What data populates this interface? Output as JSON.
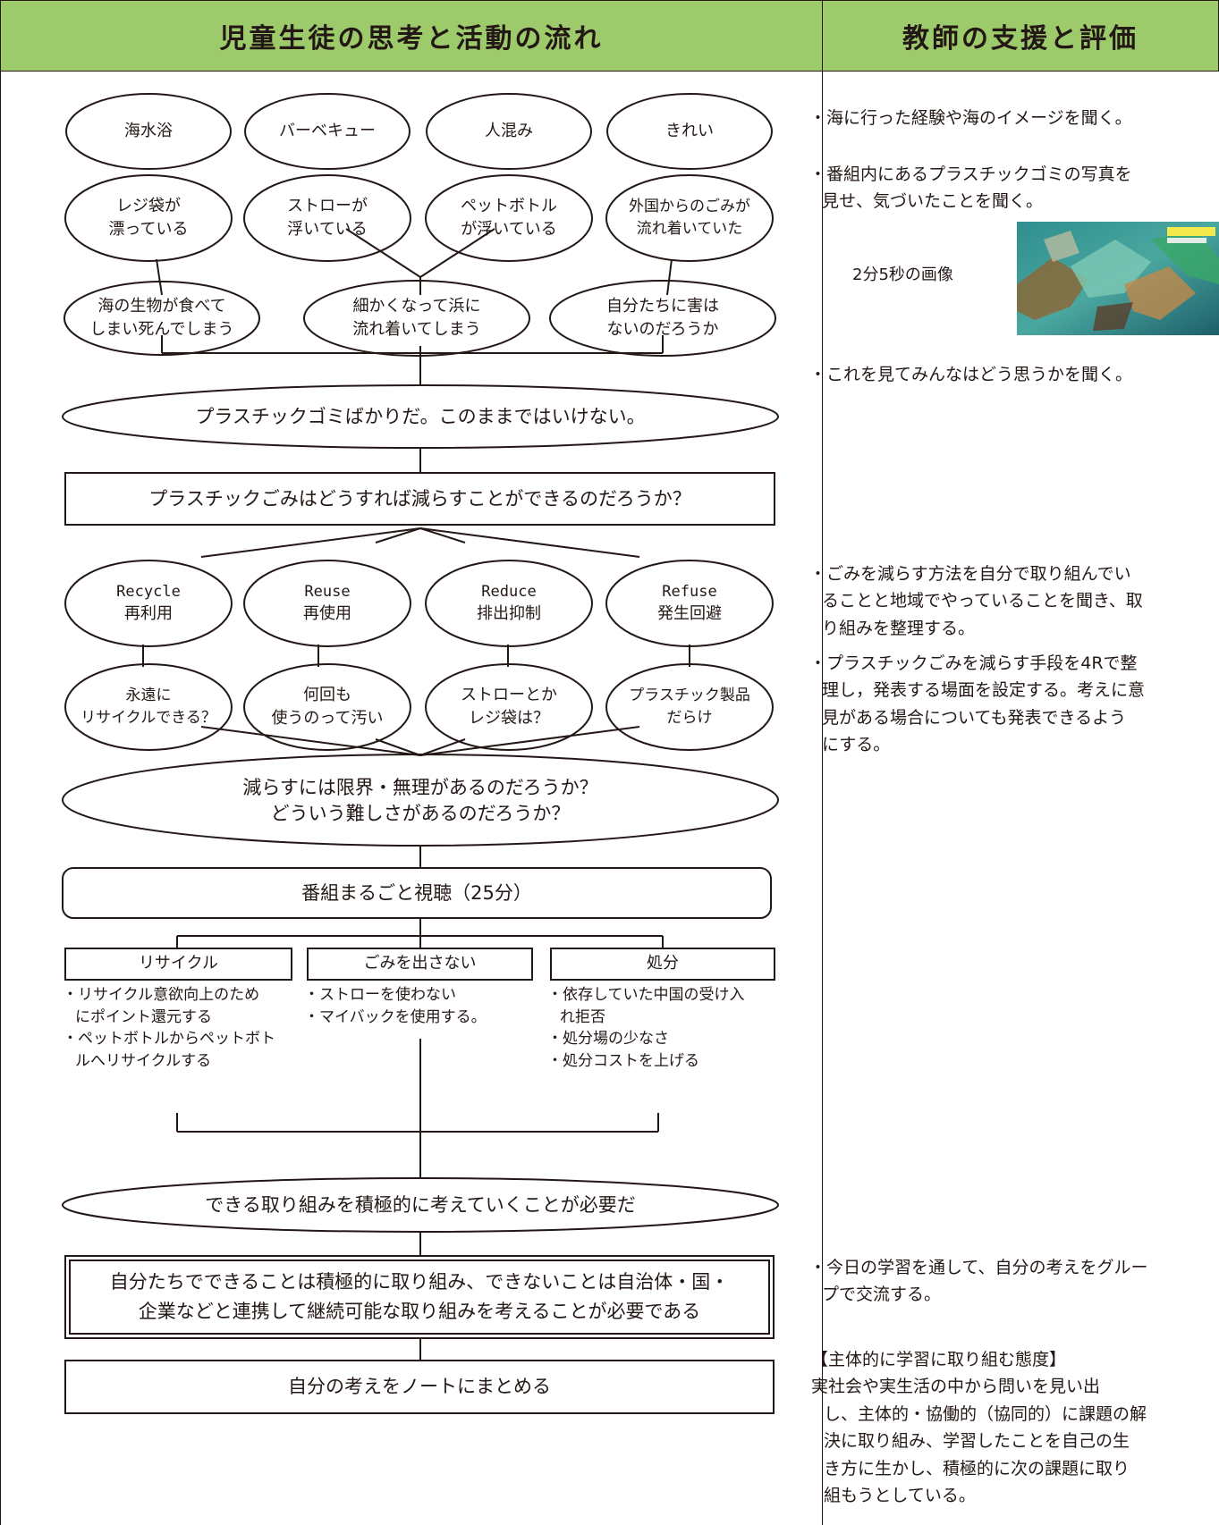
{
  "headers": {
    "left": "児童生徒の思考と活動の流れ",
    "right": "教師の支援と評価"
  },
  "flow": {
    "row1": [
      "海水浴",
      "バーベキュー",
      "人混み",
      "きれい"
    ],
    "row2": [
      [
        "レジ袋が",
        "漂っている"
      ],
      [
        "ストローが",
        "浮いている"
      ],
      [
        "ペットボトル",
        "が浮いている"
      ],
      [
        "外国からのごみが",
        "流れ着いていた"
      ]
    ],
    "row3": [
      [
        "海の生物が食べて",
        "しまい死んでしまう"
      ],
      [
        "細かくなって浜に",
        "流れ着いてしまう"
      ],
      [
        "自分たちに害は",
        "ないのだろうか"
      ]
    ],
    "conclusion1": "プラスチックゴミばかりだ。このままではいけない。",
    "question": "プラスチックごみはどうすれば減らすことができるのだろうか？",
    "rs": [
      {
        "en": "Recycle",
        "ja": "再利用"
      },
      {
        "en": "Reuse",
        "ja": "再使用"
      },
      {
        "en": "Reduce",
        "ja": "排出抑制"
      },
      {
        "en": "Refuse",
        "ja": "発生回避"
      }
    ],
    "row5": [
      [
        "永遠に",
        "リサイクルできる？"
      ],
      [
        "何回も",
        "使うのって汚い"
      ],
      [
        "ストローとか",
        "レジ袋は？"
      ],
      [
        "プラスチック製品",
        "だらけ"
      ]
    ],
    "limit": [
      "減らすには限界・無理があるのだろうか？",
      "どういう難しさがあるのだろうか？"
    ],
    "program": "番組まるごと視聴（25分）",
    "categories": [
      {
        "label": "リサイクル",
        "items": [
          "・リサイクル意欲向上のため",
          "にポイント還元する",
          "・ペットボトルからペットボト",
          "ルへリサイクルする"
        ]
      },
      {
        "label": "ごみを出さない",
        "items": [
          "・ストローを使わない",
          "・マイバックを使用する。"
        ]
      },
      {
        "label": "処分",
        "items": [
          "・依存していた中国の受け入",
          "れ拒否",
          "・処分場の少なさ",
          "・処分コストを上げる"
        ]
      }
    ],
    "conclusion2": "できる取り組みを積極的に考えていくことが必要だ",
    "summary": [
      "自分たちでできることは積極的に取り組み、できないことは自治体・国・",
      "企業などと連携して継続可能な取り組みを考えることが必要である"
    ],
    "final": "自分の考えをノートにまとめる"
  },
  "support": {
    "s1": "・海に行った経験や海のイメージを聞く。",
    "s2": [
      "・番組内にあるプラスチックゴミの写真を",
      "見せ、気づいたことを聞く。"
    ],
    "image_caption": "2分5秒の画像",
    "s3": "・これを見てみんなはどう思うかを聞く。",
    "s4": [
      "・ごみを減らす方法を自分で取り組んでい",
      "ることと地域でやっていることを聞き、取",
      "り組みを整理する。"
    ],
    "s5": [
      "・プラスチックごみを減らす手段を4Rで整",
      "理し，発表する場面を設定する。考えに意",
      "見がある場合についても発表できるよう",
      "にする。"
    ],
    "s6": [
      "・今日の学習を通して、自分の考えをグルー",
      "プで交流する。"
    ],
    "eval_title": "【主体的に学習に取り組む態度】",
    "eval_body": [
      " 実社会や実生活の中から問いを見い出",
      "し、主体的・協働的（協同的）に課題の解",
      "決に取り組み、学習したことを自己の生",
      "き方に生かし、積極的に次の課題に取り",
      "組もうとしている。"
    ]
  },
  "colors": {
    "header_bg": "#9dcb6b",
    "line": "#231815"
  }
}
